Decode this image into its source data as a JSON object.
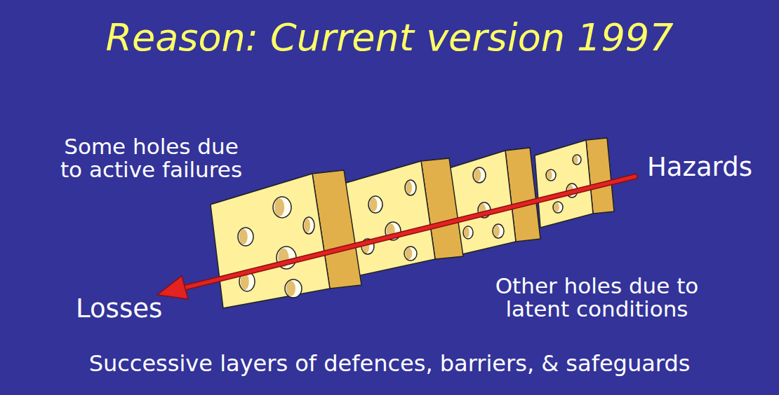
{
  "diagram": {
    "title": "Reason: Current version 1997",
    "caption": "Successive layers of defences, barriers, & safeguards",
    "labels": [
      "Some holes due to active failures",
      "Hazards",
      "Other holes due to latent conditions",
      "Losses"
    ]
  }
}
